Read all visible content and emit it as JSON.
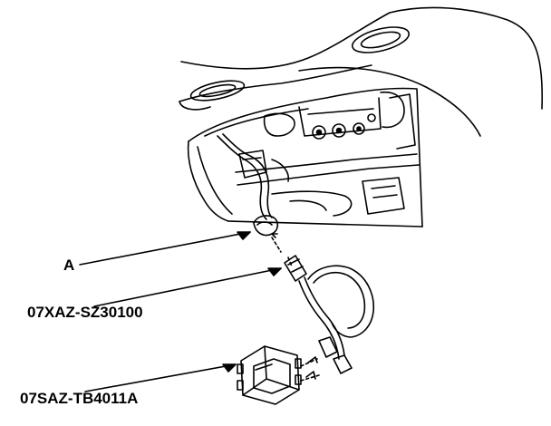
{
  "labels": {
    "a": "A",
    "adapter_harness": "07XAZ-SZ30100",
    "tester_box": "07SAZ-TB4011A"
  },
  "colors": {
    "ink": "#000000",
    "paper": "#ffffff"
  }
}
